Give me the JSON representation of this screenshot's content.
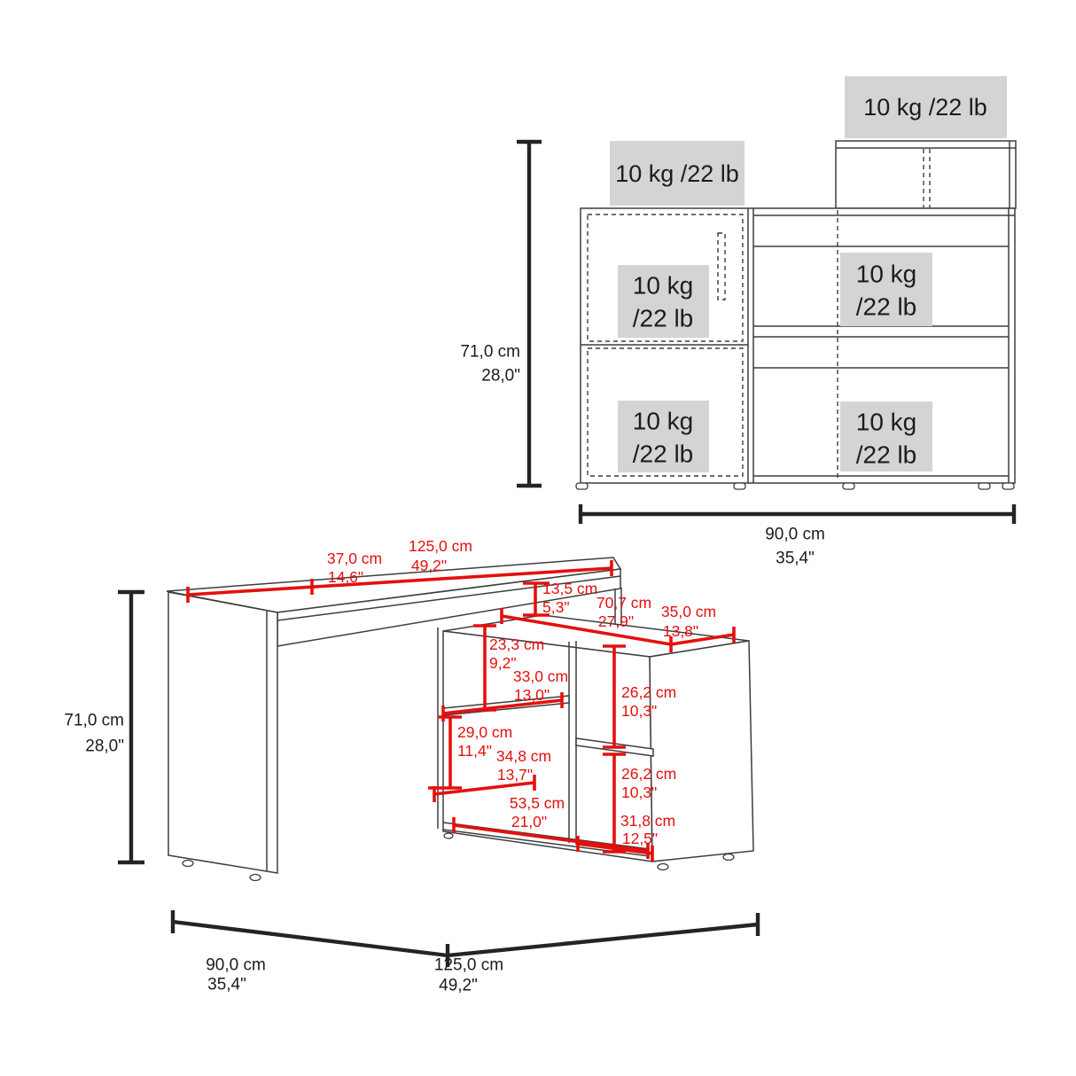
{
  "colors": {
    "dimension_red": "#e4100e",
    "weight_box_gray": "#d4d4d4",
    "line_dark": "#3d3d3d",
    "text_black": "#1c1c1c",
    "background": "#ffffff"
  },
  "cabinet": {
    "top_labels": [
      {
        "text": "10 kg /22 lb"
      },
      {
        "text": "10 kg /22 lb"
      }
    ],
    "shelf_labels": [
      {
        "line1": "10 kg",
        "line2": "/22 lb"
      },
      {
        "line1": "10 kg",
        "line2": "/22 lb"
      },
      {
        "line1": "10 kg",
        "line2": "/22 lb"
      },
      {
        "line1": "10 kg",
        "line2": "/22 lb"
      }
    ],
    "height": {
      "cm": "71,0 cm",
      "inch": "28,0\""
    },
    "width": {
      "cm": "90,0 cm",
      "inch": "35,4\""
    }
  },
  "desk": {
    "height": {
      "cm": "71,0 cm",
      "inch": "28,0\""
    },
    "top_depth": {
      "cm": "37,0 cm",
      "inch": "14,6\""
    },
    "top_length": {
      "cm": "125,0 cm",
      "inch": "49,2\""
    },
    "drop": {
      "cm": "13,5 cm",
      "inch": "5,3\""
    },
    "return_length": {
      "cm": "70,7 cm",
      "inch": "27,9\""
    },
    "return_depth": {
      "cm": "35,0 cm",
      "inch": "13,8\""
    },
    "upper_left_cubby": {
      "cm": "23,3 cm",
      "inch": "9,2\""
    },
    "left_shelf": {
      "cm": "33,0 cm",
      "inch": "13,0\""
    },
    "lower_left_cubby": {
      "cm": "29,0 cm",
      "inch": "11,4\""
    },
    "lower_left_width": {
      "cm": "34,8 cm",
      "inch": "13,7\""
    },
    "bottom_width": {
      "cm": "53,5 cm",
      "inch": "21,0\""
    },
    "upper_right_cubby": {
      "cm": "26,2 cm",
      "inch": "10,3\""
    },
    "lower_right_cubby": {
      "cm": "26,2 cm",
      "inch": "10,3\""
    },
    "bottom_right_width": {
      "cm": "31,8 cm",
      "inch": "12,5\""
    },
    "base_width": {
      "cm": "90,0 cm",
      "inch": "35,4\""
    },
    "base_length": {
      "cm": "125,0 cm",
      "inch": "49,2\""
    }
  }
}
